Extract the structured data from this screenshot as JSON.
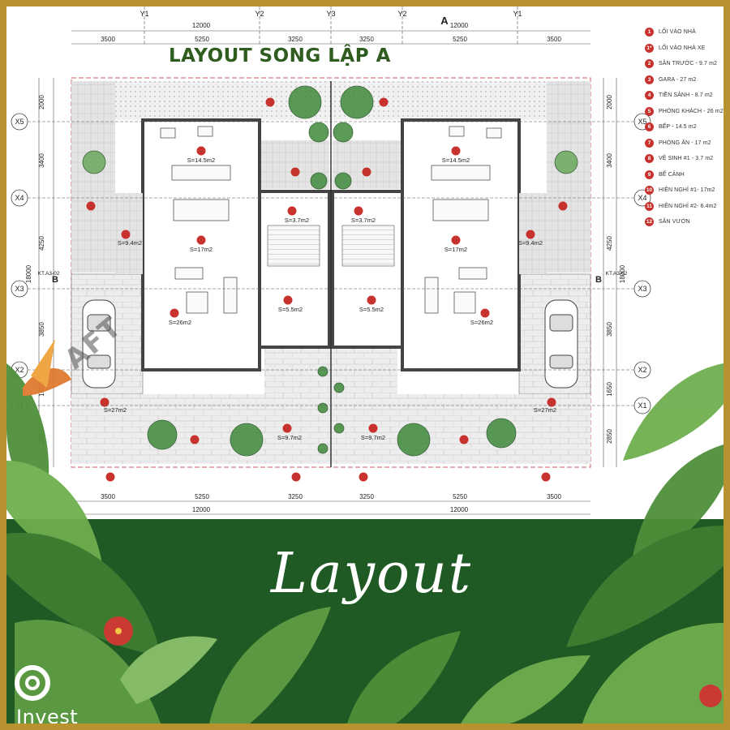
{
  "plan": {
    "title": "LAYOUT SONG LẬP A",
    "section_marker": "A",
    "grid_top": [
      "Y1",
      "Y2",
      "Y3",
      "Y2",
      "Y1"
    ],
    "top_total": "12000",
    "top_dims": [
      "3500",
      "5250",
      "3250",
      "3250",
      "5250",
      "3500"
    ],
    "bottom_total": [
      "12000",
      "12000"
    ],
    "bottom_dims": [
      "3500",
      "5250",
      "3250",
      "3250",
      "5250",
      "3500"
    ],
    "row_axes": [
      "X5",
      "X4",
      "X3",
      "X2",
      "X1"
    ],
    "row_dims": [
      "2000",
      "3400",
      "4250",
      "3850",
      "1650",
      "2850"
    ],
    "overall_depth": "18000",
    "section_left": "KT.A3-02",
    "section_right": "KT.A3-02",
    "section_b": "B",
    "room_areas": {
      "kitchen": "S=14.5m2",
      "dining": "S=17m2",
      "living": "S=26m2",
      "wc": "S=3.7m2",
      "lobby": "S=5.5m2",
      "relax1": "S=9.4m2",
      "garage": "S=27m2",
      "front_yard": "S=9.7m2"
    }
  },
  "legend": [
    {
      "num": "1",
      "label": "LỐI VÀO NHÀ"
    },
    {
      "num": "1*",
      "label": "LỐI VÀO NHÀ XE"
    },
    {
      "num": "2",
      "label": "SÂN TRƯỚC - 9.7 m2"
    },
    {
      "num": "3",
      "label": "GARA - 27 m2"
    },
    {
      "num": "4",
      "label": "TIỀN  SẢNH - 8.7 m2"
    },
    {
      "num": "5",
      "label": "PHÒNG KHÁCH - 26 m2"
    },
    {
      "num": "6",
      "label": "BẾP - 14.5 m2"
    },
    {
      "num": "7",
      "label": "PHÒNG ĂN - 17 m2"
    },
    {
      "num": "8",
      "label": "VỆ SINH #1 - 3.7 m2"
    },
    {
      "num": "9",
      "label": "BỂ CẢNH"
    },
    {
      "num": "10",
      "label": "HIÊN NGHỈ #1- 17m2"
    },
    {
      "num": "11",
      "label": "HIÊN NGHỈ #2- 6.4m2"
    },
    {
      "num": "12",
      "label": "SÂN VƯỜN"
    }
  ],
  "banner": {
    "title": "Layout",
    "brand": "Invest",
    "watermark": "AFT"
  },
  "colors": {
    "frame": "#b8922e",
    "band": "#1f5a24",
    "legend_badge": "#c8322e",
    "title_green": "#2e5d1f"
  }
}
